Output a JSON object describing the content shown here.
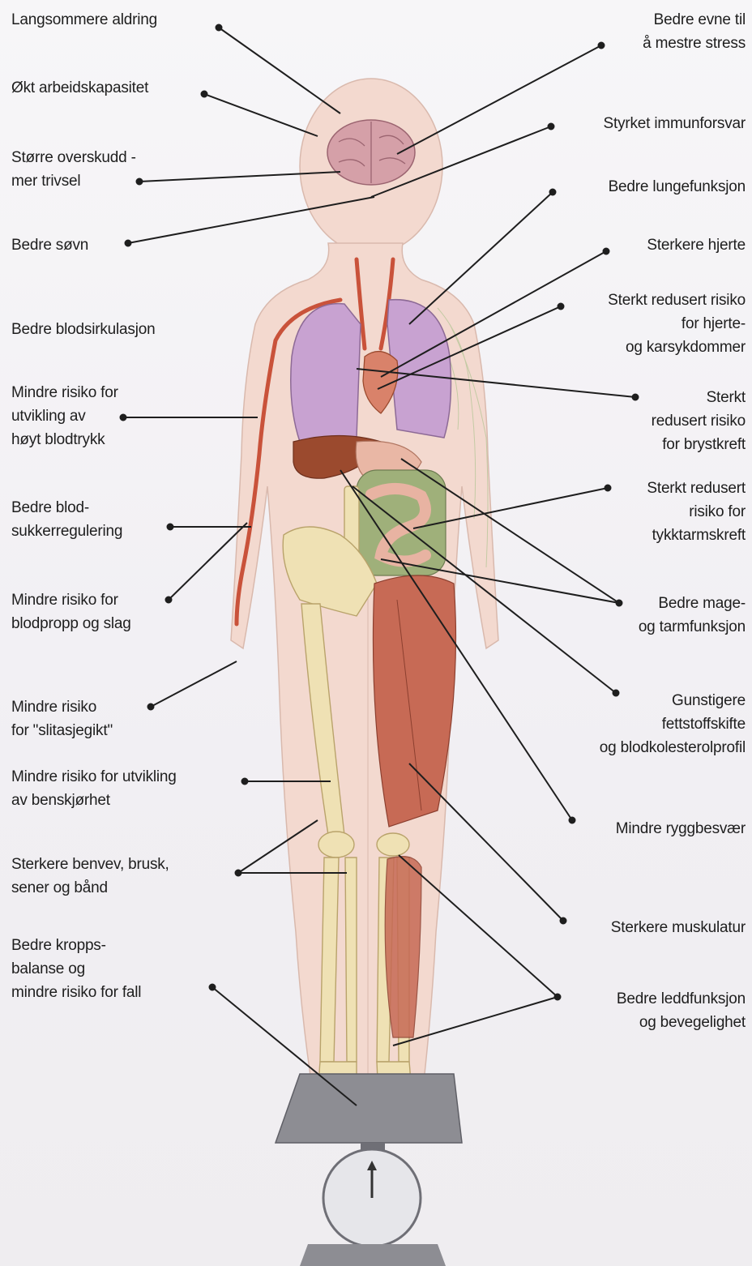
{
  "figure": {
    "body_skin_color": "#f3d9cf",
    "lung_color": "#c8a2d1",
    "muscle_color": "#c76a55",
    "bone_color": "#efe1b4",
    "intestine_color": "#9fb07a",
    "brain_color": "#d5a0a8",
    "liver_color": "#9b4a2e",
    "artery_color": "#c9523a",
    "scale_color": "#8d8d93"
  },
  "labels": [
    {
      "id": "langsommere-aldring",
      "side": "left",
      "lines": [
        "Langsommere aldring"
      ]
    },
    {
      "id": "okt-arbeidskapasitet",
      "side": "left",
      "lines": [
        "Økt arbeidskapasitet"
      ]
    },
    {
      "id": "storre-overskudd",
      "side": "left",
      "lines": [
        "Større overskudd -",
        "mer trivsel"
      ]
    },
    {
      "id": "bedre-sovn",
      "side": "left",
      "lines": [
        "Bedre søvn"
      ]
    },
    {
      "id": "bedre-blodsirkulasjon",
      "side": "left",
      "lines": [
        "Bedre blodsirkulasjon"
      ]
    },
    {
      "id": "hoyt-blodtrykk",
      "side": "left",
      "lines": [
        "Mindre risiko for",
        "utvikling av",
        "høyt blodtrykk"
      ]
    },
    {
      "id": "blodsukker",
      "side": "left",
      "lines": [
        "Bedre blod-",
        "sukkerregulering"
      ]
    },
    {
      "id": "blodpropp",
      "side": "left",
      "lines": [
        "Mindre risiko for",
        "blodpropp og slag"
      ]
    },
    {
      "id": "slitasjegikt",
      "side": "left",
      "lines": [
        "Mindre risiko",
        "for \"slitasjegikt\""
      ]
    },
    {
      "id": "benskjorhet",
      "side": "left",
      "lines": [
        "Mindre risiko for utvikling",
        "av benskjørhet"
      ]
    },
    {
      "id": "benvev",
      "side": "left",
      "lines": [
        "Sterkere benvev, brusk,",
        "sener og bånd"
      ]
    },
    {
      "id": "kroppsbalanse",
      "side": "left",
      "lines": [
        "Bedre kropps-",
        "balanse og",
        "mindre risiko for fall"
      ]
    },
    {
      "id": "stress",
      "side": "right",
      "lines": [
        "Bedre evne til",
        "å mestre stress"
      ]
    },
    {
      "id": "immunforsvar",
      "side": "right",
      "lines": [
        "Styrket immunforsvar"
      ]
    },
    {
      "id": "lungefunksjon",
      "side": "right",
      "lines": [
        "Bedre lungefunksjon"
      ]
    },
    {
      "id": "hjerte",
      "side": "right",
      "lines": [
        "Sterkere hjerte"
      ]
    },
    {
      "id": "hjerte-karsykdommer",
      "side": "right",
      "lines": [
        "Sterkt redusert risiko",
        "for hjerte-",
        "og karsykdommer"
      ]
    },
    {
      "id": "brystkreft",
      "side": "right",
      "lines": [
        "Sterkt",
        "redusert risiko",
        "for brystkreft"
      ]
    },
    {
      "id": "tykktarmskreft",
      "side": "right",
      "lines": [
        "Sterkt redusert",
        "risiko for",
        "tykktarmskreft"
      ]
    },
    {
      "id": "mage-tarm",
      "side": "right",
      "lines": [
        "Bedre mage-",
        "og tarmfunksjon"
      ]
    },
    {
      "id": "fettstoffskifte",
      "side": "right",
      "lines": [
        "Gunstigere",
        "fettstoffskifte",
        "og blodkolesterolprofil"
      ]
    },
    {
      "id": "ryggbesvaer",
      "side": "right",
      "lines": [
        "Mindre ryggbesvær"
      ]
    },
    {
      "id": "muskulatur",
      "side": "right",
      "lines": [
        "Sterkere muskulatur"
      ]
    },
    {
      "id": "leddfunksjon",
      "side": "right",
      "lines": [
        "Bedre leddfunksjon",
        "og bevegelighet"
      ]
    }
  ]
}
